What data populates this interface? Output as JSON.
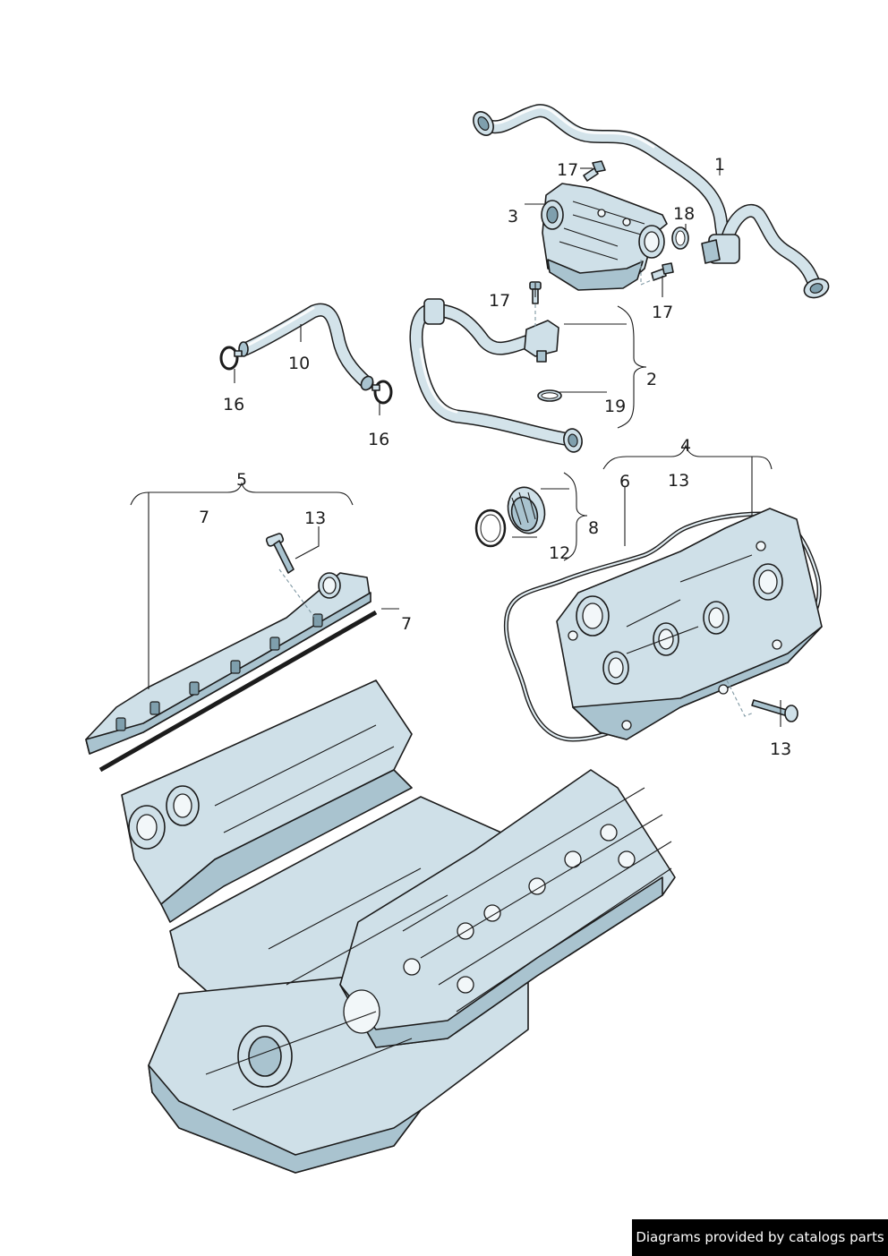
{
  "callouts": {
    "c1": "1",
    "c2": "2",
    "c3": "3",
    "c4": "4",
    "c5": "5",
    "c6": "6",
    "c7a": "7",
    "c7b": "7",
    "c8": "8",
    "c10": "10",
    "c12": "12",
    "c13a": "13",
    "c13b": "13",
    "c13c": "13",
    "c16a": "16",
    "c16b": "16",
    "c17a": "17",
    "c17b": "17",
    "c17c": "17",
    "c18": "18",
    "c19": "19"
  },
  "footer": {
    "credit": "Diagrams provided by catalogs parts"
  },
  "colors": {
    "part_fill": "#cfe0e8",
    "part_shadow": "#a9c3cf",
    "line": "#1c1c1c",
    "credit_bg": "#000000",
    "credit_text": "#ffffff"
  }
}
